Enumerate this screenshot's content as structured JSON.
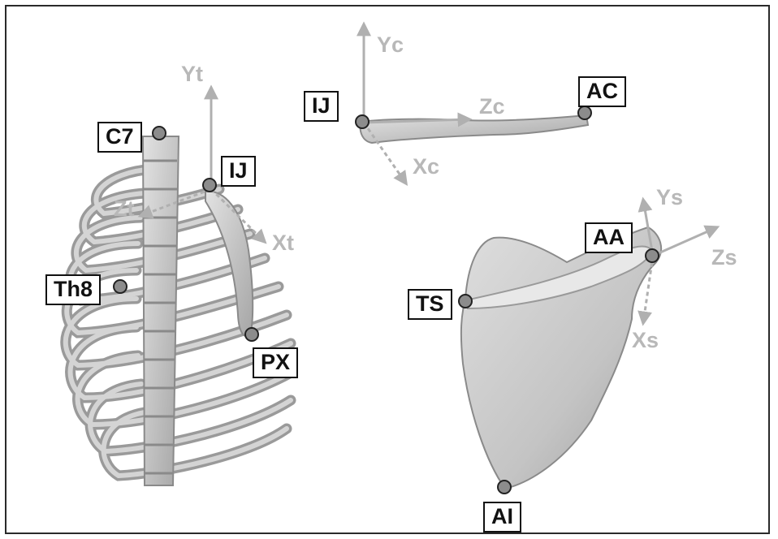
{
  "landmarks": {
    "c7": "C7",
    "ij_thorax": "IJ",
    "th8": "Th8",
    "px": "PX",
    "ij_clavicle": "IJ",
    "ac": "AC",
    "aa": "AA",
    "ts": "TS",
    "ai": "AI"
  },
  "axes": {
    "thorax": {
      "y": "Yt",
      "z": "Zt",
      "x": "Xt"
    },
    "clavicle": {
      "y": "Yc",
      "z": "Zc",
      "x": "Xc"
    },
    "scapula": {
      "y": "Ys",
      "z": "Zs",
      "x": "Xs"
    }
  },
  "colors": {
    "bone_fill": "#c8c8c8",
    "bone_shadow": "#8a8a8a",
    "axis_color": "#b8b8b8",
    "landmark_marker": "#8c8c8c",
    "label_border": "#111111"
  }
}
